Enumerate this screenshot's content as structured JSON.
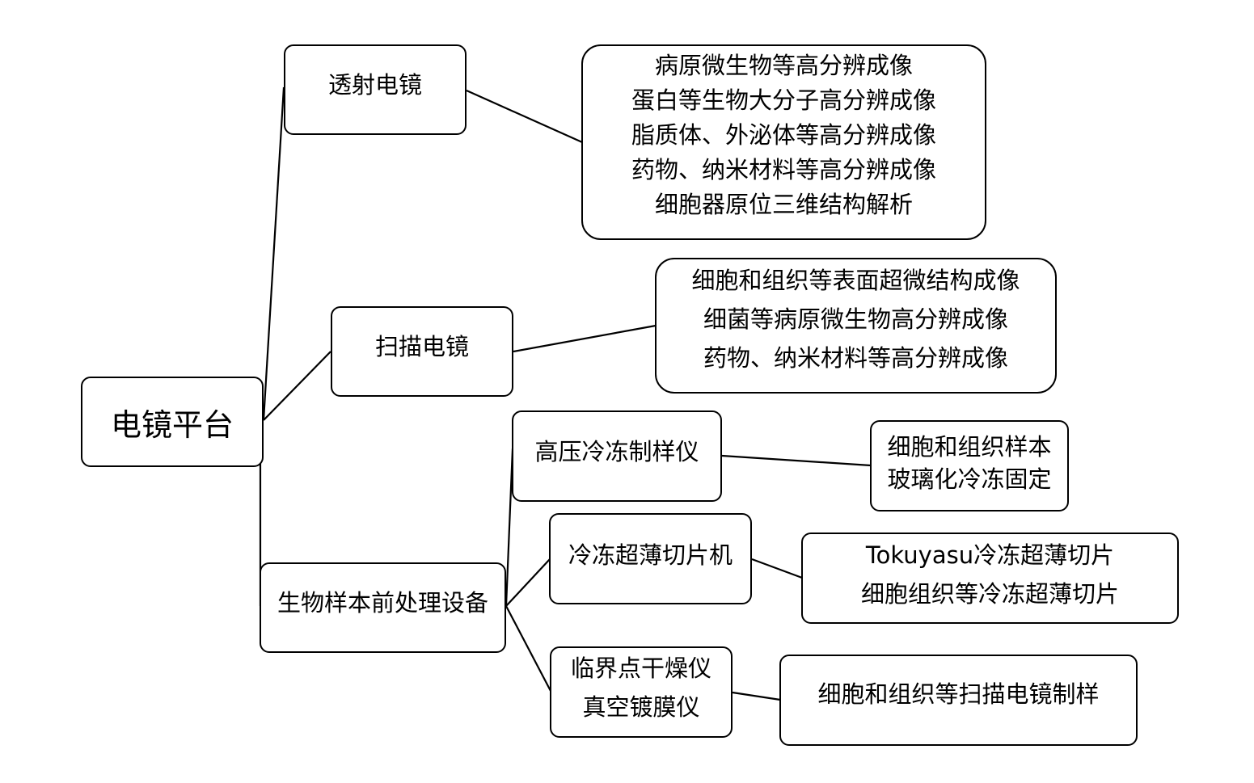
{
  "root": {
    "label": "电镜平台"
  },
  "tem": {
    "label": "透射电镜",
    "apps": [
      "病原微生物等高分辨成像",
      "蛋白等生物大分子高分辨成像",
      "脂质体、外泌体等高分辨成像",
      "药物、纳米材料等高分辨成像",
      "细胞器原位三维结构解析"
    ]
  },
  "sem": {
    "label": "扫描电镜",
    "apps": [
      "细胞和组织等表面超微结构成像",
      "细菌等病原微生物高分辨成像",
      "药物、纳米材料等高分辨成像"
    ]
  },
  "prep": {
    "label": "生物样本前处理设备",
    "devices": [
      {
        "lines": [
          "高压冷冻制样仪"
        ],
        "apps": [
          "细胞和组织样本",
          "玻璃化冷冻固定"
        ]
      },
      {
        "lines": [
          "冷冻超薄切片机"
        ],
        "apps": [
          "Tokuyasu冷冻超薄切片",
          "细胞组织等冷冻超薄切片"
        ]
      },
      {
        "lines": [
          "临界点干燥仪",
          "真空镀膜仪"
        ],
        "apps": [
          "细胞和组织等扫描电镜制样"
        ]
      }
    ]
  }
}
